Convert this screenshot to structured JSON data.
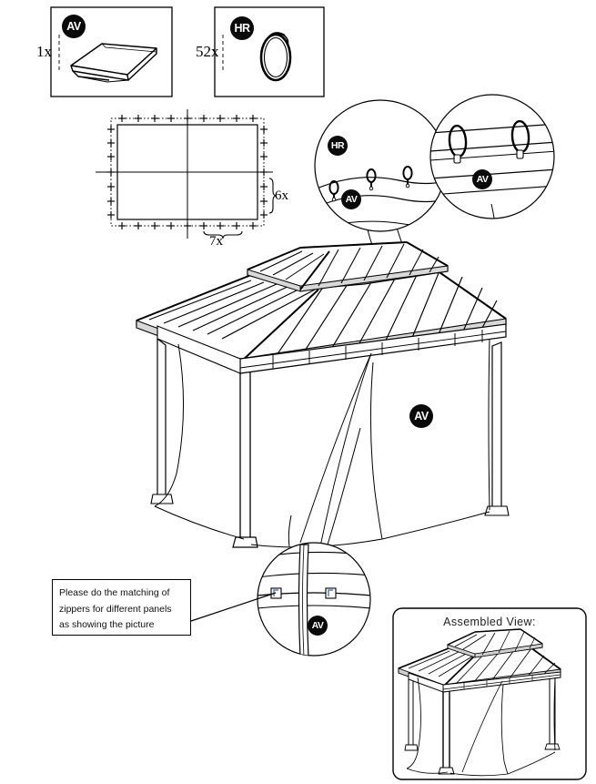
{
  "document": {
    "type": "assembly-instruction-sheet",
    "subject": "Gazebo mosquito netting / curtain panel installation"
  },
  "parts": [
    {
      "id": "av",
      "badge": "AV",
      "quantity": "1x",
      "item": "folded curtain / netting panel set"
    },
    {
      "id": "hr",
      "badge": "HR",
      "quantity": "52x",
      "item": "curtain ring / hook"
    }
  ],
  "layout_diagram": {
    "rows_label": "6x",
    "cols_label": "7x",
    "description": "Rectangular panel layout with hook attachment points around perimeter"
  },
  "callouts": {
    "hook_detail_badge": "HR",
    "fabric_detail_badge": "AV",
    "rail_detail_badge": "AV",
    "main_curtain_badge": "AV",
    "zipper_detail_badge": "AV"
  },
  "note": {
    "lines": [
      "Please do the matching of",
      "zippers for different panels",
      "as showing the picture"
    ]
  },
  "assembled_view": {
    "caption": "Assembled View:"
  },
  "colors": {
    "ink": "#000000",
    "badge_fill": "#0a0a0a",
    "badge_text": "#ffffff",
    "paper": "#ffffff",
    "frame_shade": "#555555"
  }
}
